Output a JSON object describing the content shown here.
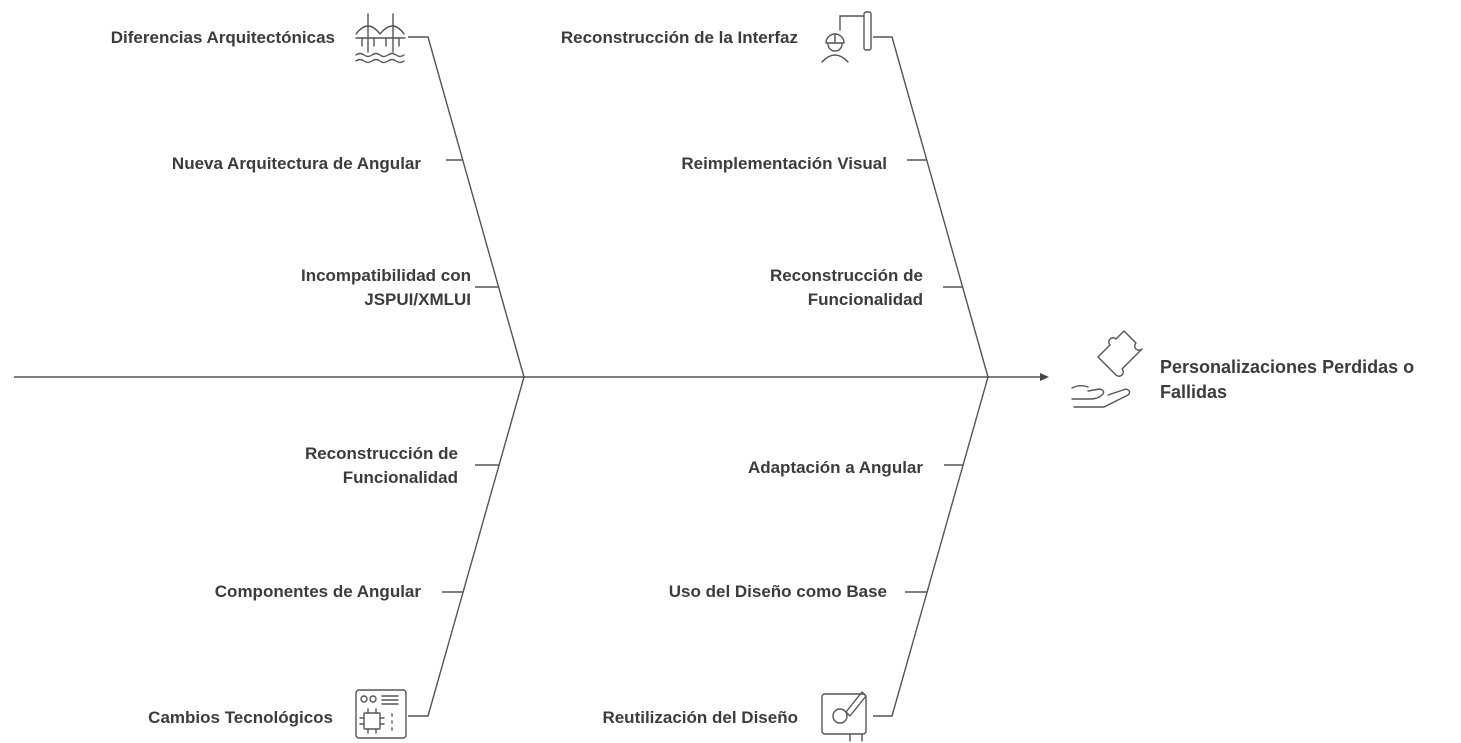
{
  "effect": {
    "lines": [
      "Personalizaciones Perdidas o",
      "Fallidas"
    ],
    "icon": "puzzle-hand-icon"
  },
  "categories": {
    "top_left": {
      "title": "Diferencias Arquitectónicas",
      "icon": "bridge-icon",
      "causes": [
        [
          "Nueva Arquitectura de Angular"
        ],
        [
          "Incompatibilidad con",
          "JSPUI/XMLUI"
        ]
      ]
    },
    "top_right": {
      "title": "Reconstrucción de la Interfaz",
      "icon": "engineer-icon",
      "causes": [
        [
          "Reimplementación Visual"
        ],
        [
          "Reconstrucción de",
          "Funcionalidad"
        ]
      ]
    },
    "bottom_left": {
      "title": "Cambios Tecnológicos",
      "icon": "chip-panel-icon",
      "causes": [
        [
          "Reconstrucción de",
          "Funcionalidad"
        ],
        [
          "Componentes de Angular"
        ]
      ]
    },
    "bottom_right": {
      "title": "Reutilización del Diseño",
      "icon": "design-pen-icon",
      "causes": [
        [
          "Adaptación a Angular"
        ],
        [
          "Uso del Diseño como Base"
        ]
      ]
    }
  },
  "colors": {
    "line": "#555555",
    "text": "#3c3c3c"
  }
}
